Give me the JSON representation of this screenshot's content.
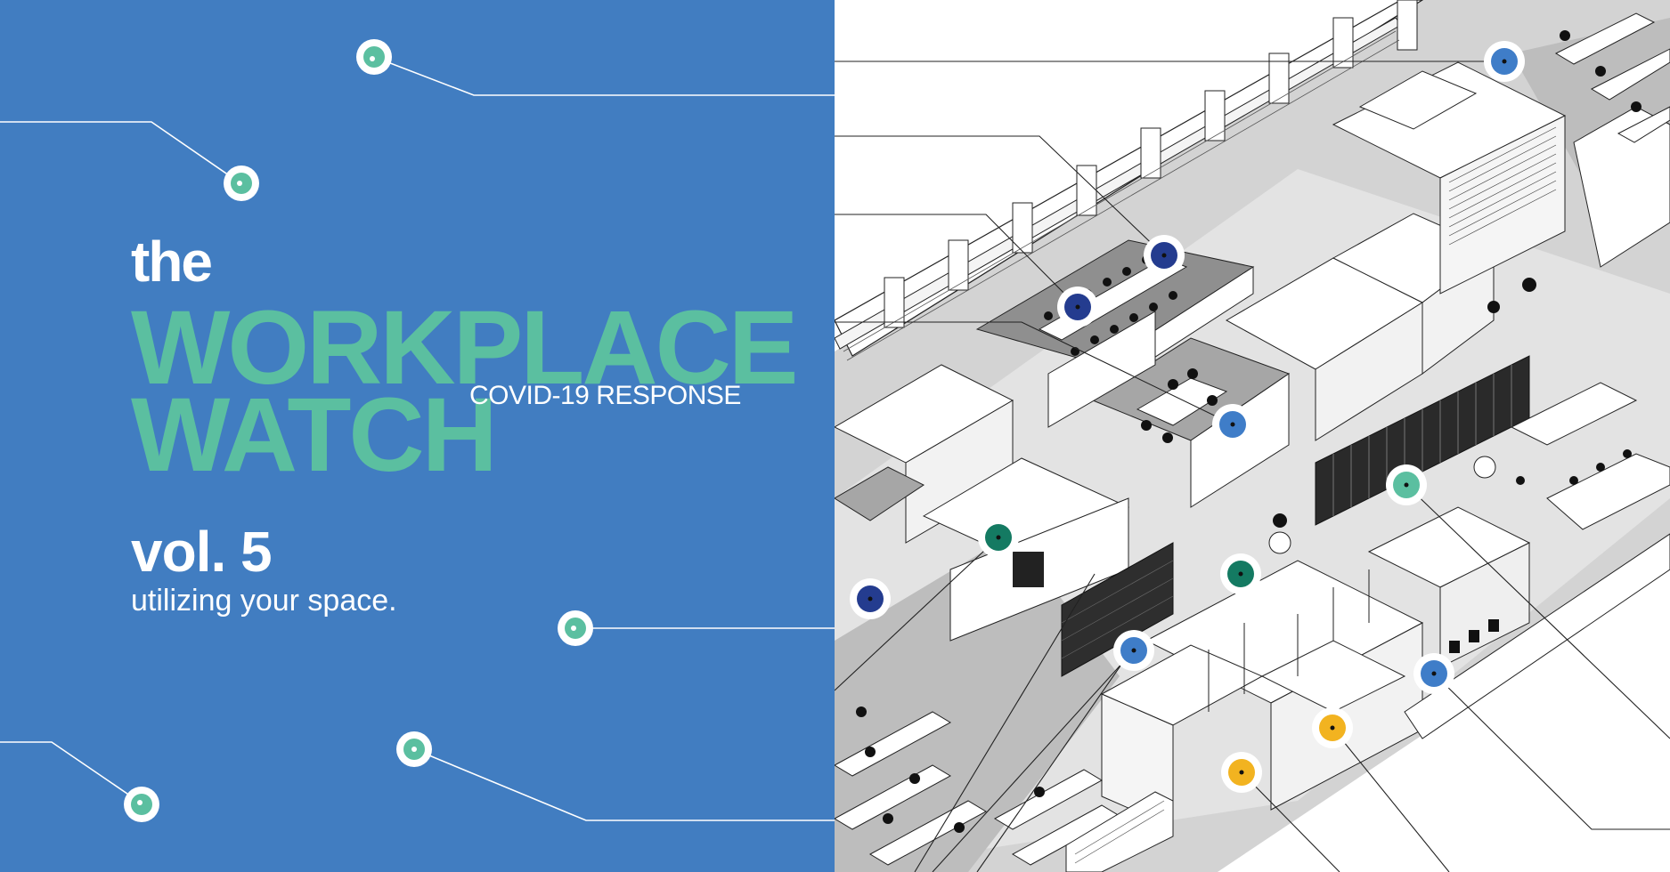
{
  "title": {
    "prefix": "the",
    "line1": "WORKPLACE",
    "line2": "WATCH",
    "tagline": "COVID-19 RESPONSE"
  },
  "volume": {
    "label": "vol. 5",
    "subtitle": "utilizing your space."
  },
  "colors": {
    "panel_blue": "#417DC1",
    "title_green": "#5BBFA0",
    "marker_teal": "#5BBFA0",
    "marker_light_blue": "#3F7DC8",
    "marker_navy": "#243C8F",
    "marker_dark_green": "#147A62",
    "marker_yellow": "#F2B320"
  },
  "markers": [
    {
      "icon": "light-blue-dot"
    },
    {
      "icon": "navy-dot"
    },
    {
      "icon": "navy-dot"
    },
    {
      "icon": "light-blue-dot"
    },
    {
      "icon": "teal-dot"
    },
    {
      "icon": "dark-green-dot"
    },
    {
      "icon": "navy-dot"
    },
    {
      "icon": "dark-green-dot"
    },
    {
      "icon": "light-blue-dot"
    },
    {
      "icon": "light-blue-dot"
    },
    {
      "icon": "yellow-dot"
    },
    {
      "icon": "yellow-dot"
    }
  ]
}
